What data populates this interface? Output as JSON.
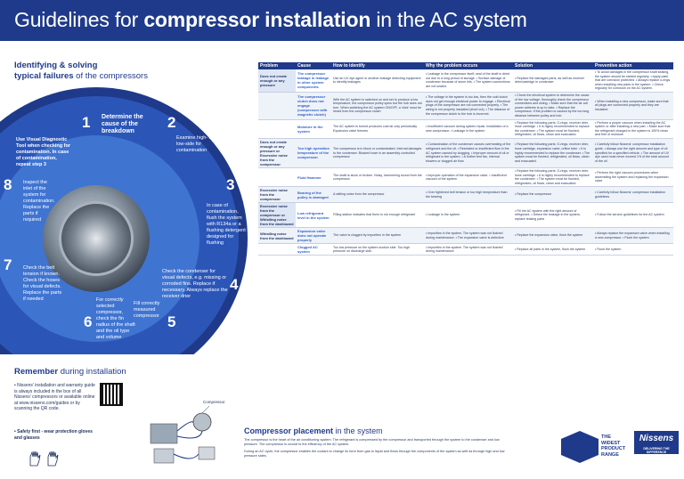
{
  "header": {
    "title_pre": "Guidelines for ",
    "title_bold": "compressor installation",
    "title_post": " in the AC system"
  },
  "section": {
    "line1": "Identifying & solving",
    "line2_bold": "typical failures",
    "line2_rest": " of the compressors"
  },
  "wheel": {
    "steps": [
      {
        "n": "1",
        "bold": "Determine the cause of the breakdown",
        "text": ""
      },
      {
        "n": "2",
        "bold": "",
        "text": "Examine high- and low-side for contamination"
      },
      {
        "n": "3",
        "bold": "",
        "text": "In case of contamination, flush the system with R134a or a flushing detergent designed for flushing"
      },
      {
        "n": "4",
        "bold": "",
        "text": "Check the condenser for visual defects, e.g. missing or corroded fins. Replace if necessary. Always replace the receiver drier"
      },
      {
        "n": "5",
        "bold": "",
        "text": "Fill correctly measured compressor"
      },
      {
        "n": "6",
        "bold": "",
        "text": "For correctly selected compressor, check the fin radius of the shaft and the oil type and volume"
      },
      {
        "n": "7",
        "bold": "",
        "text": "Check the belt tension if known. Check the hoses for visual defects. Replace the parts if needed"
      },
      {
        "n": "8",
        "bold": "",
        "text": "Inspect the inlet of the system for contamination. Replace the parts if required"
      }
    ],
    "visual_tool": "Use Visual Diagnostic Tool when checking for contamination. In case of contamination, repeat step 3"
  },
  "remember": {
    "title_bold": "Remember",
    "title_rest": " during installation",
    "note": "• Nissens' installation and warranty guide is always included in the box of all Nissens' compressors or available online at www.nissens.com/guides or by scanning the QR code.",
    "safety": "• Safety first - wear protection gloves and glasses"
  },
  "table": {
    "headers": [
      "Problem",
      "Cause",
      "How to identify",
      "Why the problem occurs",
      "Solution",
      "Preventive action"
    ],
    "rows": [
      {
        "problem": "Does not create enough or any pressure",
        "cause": "The compressor leakage in leakage in other system components",
        "how": "Use an UV dye agent or another leakage detecting equipment to identify leakages",
        "why": "• Leakage in the compressor itself; seal of the shaft is dried out due to a long period of storage. • Surface damage of condenser because of stone hits. • The system connections are not sealed.",
        "sol": "• Replace the damaged parts, as well as receiver drier/cartridge in condenser",
        "prev": "• To avoid damages in the compressor shaft sealing, the system should be started regularly. • Apply paint that are corrosion protected. • Always replace o-rings when installing new parts in the system. • Check regularly for corrosion on the AC system."
      },
      {
        "problem": "",
        "cause": "The compressor clutch does not engage (compressor with magnetic clutch)",
        "how": "With the AC system is switched on and set to produce a low temperature, the compressor pulley spins but the hub does not turn. When switching the AC system ON/OFF, a 'click' must be heard from the compressor clutch",
        "why": "• The voltage in the system is too low, then the cold clutch does not get enough electrical power to engage. • Electrical plugs of the compressor are not connected properly. • The wiring is not properly insulated (short cut). • The distance of the compressor clutch to the hub is incorrect.",
        "sol": "• Check the electrical system to determine the cause of the low voltage, thoroughly check the compressor connections and wiring. • Make sure that the air coil power adheres is up to date. • Replace the compressor. If the problem is caused by the too long distance between pulley and hub.",
        "prev": "• When installing a new compressor, make sure that all plugs are connected properly and they are insulated"
      },
      {
        "problem": "",
        "cause": "Moisture in the system",
        "how": "The AC system is turned produces cold air only periodically. Expansion valve freezes",
        "why": "• Insufficient vacuum during system repair. Installation of a new compressor. • Leakage in the system",
        "sol": "• Replace the following parts: O-rings, receiver drier, hose cartridge. • It is highly recommended to replace the condenser. • The system must be flushed, refrigerated, oil flows, clean and evacuated.",
        "prev": "• Perform a proper vacuum when installing the AC system or after installing a new part. • Make sure that the refrigerant charged in the system is 100% clean and free of moisture"
      },
      {
        "problem": "Does not create enough or any pressure or Excessive noise from the compressor",
        "cause": "Too high operation temperature of the compressor",
        "how": "The compressor is in block or contaminated. Internal damages to the condenser. Blocked hose in an assembly controlled compressor",
        "why": "• Contamination of the condenser causes overheating of the refrigerant and the oil. • Restricted or insufficient flow in the AC system caused by clogging. • Improper amount of oil or refrigerant in the system. • A further test fan, internal blowers or clogged air flow.",
        "sol": "• Replace the following parts: O-rings, receiver drier, hose cartridge, expansion valve, orifice tube. • It is highly recommended to replace the condenser. • The system must be flushed, refrigerated, oil flows, clean and evacuated.",
        "prev": "• Carefully follow Nissens' compressor installation guide. • Always use the right amount and type of oil specified for a specified vehicle. • The amount of UV dye used must never exceed 1% of the total amount of the oil"
      },
      {
        "problem": "",
        "cause": "Fluid Hammer",
        "how": "The shaft is stuck or broken. Noisy, hammering sound from the compressor",
        "why": "• Improper operation of the expansion valve. • Insufficient vacuum of the system",
        "sol": "• Replace the following parts: O-rings, receiver drier, hose cartridge. • It is highly recommended to replace the condenser. • The system must be flushed, refrigerated, oil flows, clean and evacuated.",
        "prev": "• Perform the right vacuum procedures when assembling the system and replacing the expansion valve"
      },
      {
        "problem": "Excessive noise from the compressor",
        "cause": "Bearing of the pulley is damaged",
        "how": "A rattling noise from the compressor",
        "why": "• Over tightened belt tension or too high temperature than the bearing",
        "sol": "• Replace the compressor",
        "prev": "• Carefully follow Nissens' compressor installation guidelines"
      },
      {
        "problem": "Excessive noise from the compressor or Whistling noise from the dashboard",
        "cause": "Low refrigerant level in the system",
        "how": "Filling station indicates that there is not enough refrigerant",
        "why": "• Leakage in the system",
        "sol": "• Fill the AC system with the right amount of refrigerant. • Detect the leakage in the system, replace leaking parts",
        "prev": "• Follow the service guidelines for the AC system"
      },
      {
        "problem": "Whistling noise from the dashboard",
        "cause": "Expansion valve does not operate properly",
        "how": "The valve is clogged by impurities in the system",
        "why": "• Impurities in the system. The system was not flushed during maintenance. • The expansion valve is defective",
        "sol": "• Replace the expansion valve, flush the system",
        "prev": "• Always replace the expansion valve when installing a new compressor. • Flush the system"
      },
      {
        "problem": "",
        "cause": "Clogged AC system",
        "how": "Too low pressure on the system suction side. Too high pressure on discharge side",
        "why": "• Impurities in the system. The system was not flushed during maintenance",
        "sol": "• Replace all parts in the system, flush the system",
        "prev": "• Flush the system"
      }
    ]
  },
  "placement": {
    "title_bold": "Compressor placement",
    "title_rest": " in the system",
    "p1": "The compressor is the heart of the air conditioning system. The refrigerant is compressed by the compressor and transported through the system to the condenser and low pressure. The compressor is crucial to the efficiency of the AC system.",
    "p2": "During an AC cycle, the compressor enables the coolant to change its form from gas to liquid and flows through the components of the system as well as through high and low pressure sides.",
    "diagram_label": "Compressor"
  },
  "badge": {
    "line1": "THE",
    "line2": "WIDEST",
    "line3": "PRODUCT",
    "line4": "RANGE"
  },
  "brand": {
    "name": "Nissens",
    "tagline": "DELIVERING THE DIFFERENCE"
  },
  "colors": {
    "primary": "#1f3a8a",
    "accent": "#2f62c8",
    "row_alt": "#eef2f9"
  }
}
